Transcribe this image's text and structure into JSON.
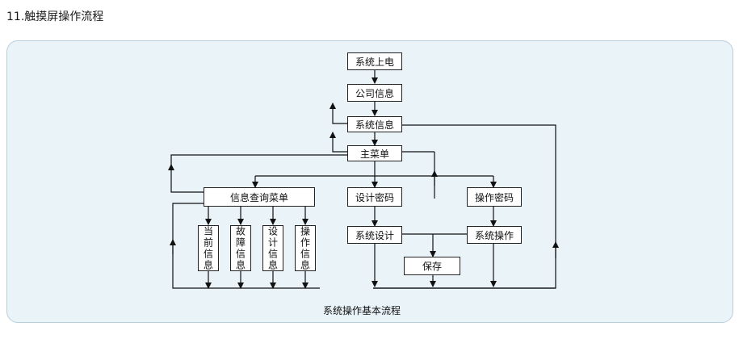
{
  "page_title": "11.触摸屏操作流程",
  "diagram": {
    "caption": "系统操作基本流程",
    "nodes": {
      "power_on": "系统上电",
      "company_info": "公司信息",
      "system_info": "系统信息",
      "main_menu": "主菜单",
      "info_query_menu": "信息查询菜单",
      "design_password": "设计密码",
      "operation_password": "操作密码",
      "current_info": "当前信息",
      "fault_info": "故障信息",
      "design_info": "设计信息",
      "operation_info": "操作信息",
      "system_design": "系统设计",
      "system_operation": "系统操作",
      "save": "保存"
    }
  }
}
